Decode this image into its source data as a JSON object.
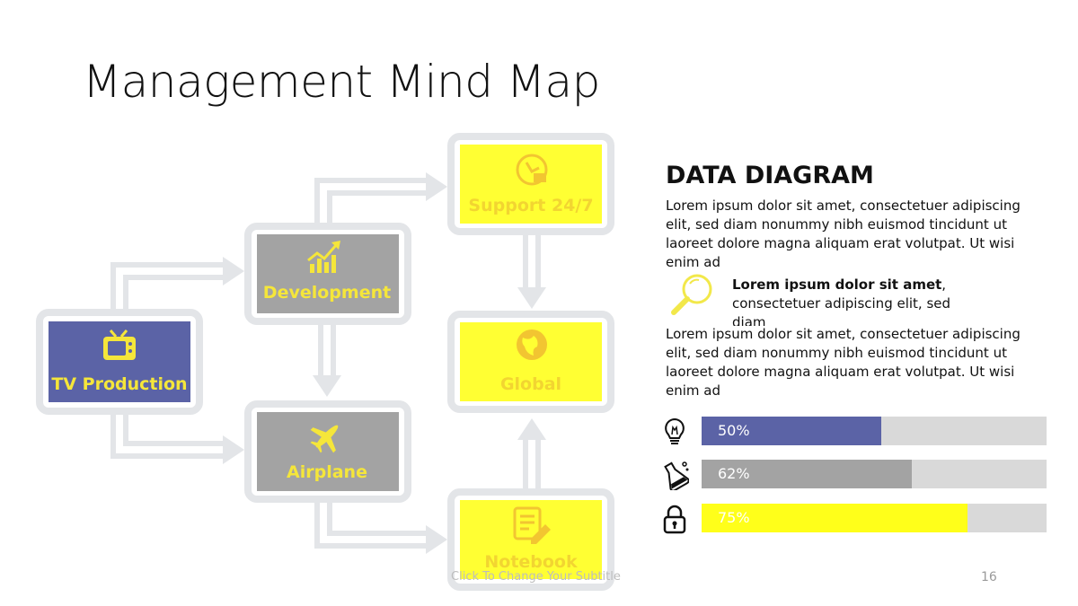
{
  "slide": {
    "title": "Management Mind Map",
    "subtitle_placeholder": "Click To Change Your Subtitle",
    "page_number": "16"
  },
  "nodes": {
    "tv_production": {
      "label": "TV Production",
      "icon": "tv-icon",
      "fill": "#5b63a6",
      "text_color": "#f5e63a"
    },
    "development": {
      "label": "Development",
      "icon": "growth-chart-icon",
      "fill": "#a3a3a3",
      "text_color": "#f5e63a"
    },
    "airplane": {
      "label": "Airplane",
      "icon": "airplane-icon",
      "fill": "#a3a3a3",
      "text_color": "#f5e63a"
    },
    "support": {
      "label": "Support 24/7",
      "icon": "clock-24-icon",
      "fill": "#ffff33",
      "text_color": "#f2d531"
    },
    "global": {
      "label": "Global",
      "icon": "globe-icon",
      "fill": "#ffff33",
      "text_color": "#f2d531"
    },
    "notebook": {
      "label": "Notebook",
      "icon": "notebook-pen-icon",
      "fill": "#ffff33",
      "text_color": "#f2d531"
    }
  },
  "panel": {
    "title": "DATA DIAGRAM",
    "paragraph1": "Lorem ipsum dolor sit amet, consectetuer adipiscing elit, sed diam nonummy nibh euismod tincidunt ut laoreet dolore magna aliquam erat volutpat. Ut wisi enim ad",
    "highlight_bold": "Lorem ipsum dolor sit amet",
    "highlight_rest": ", consectetuer adipiscing elit, sed diam",
    "highlight_icon": "magnifier-icon",
    "paragraph2": "Lorem ipsum dolor sit amet, consectetuer adipiscing elit, sed diam nonummy nibh euismod tincidunt ut laoreet dolore magna aliquam erat volutpat. Ut wisi enim ad"
  },
  "bars": [
    {
      "icon": "lightbulb-icon",
      "percent_label": "50%",
      "fraction": 0.52,
      "color": "#5b63a6"
    },
    {
      "icon": "flask-icon",
      "percent_label": "62%",
      "fraction": 0.61,
      "color": "#a3a3a3"
    },
    {
      "icon": "lock-icon",
      "percent_label": "75%",
      "fraction": 0.77,
      "color": "#ffff1a"
    }
  ],
  "colors": {
    "connector": "#e3e5e8",
    "track": "#d9d9d9"
  }
}
